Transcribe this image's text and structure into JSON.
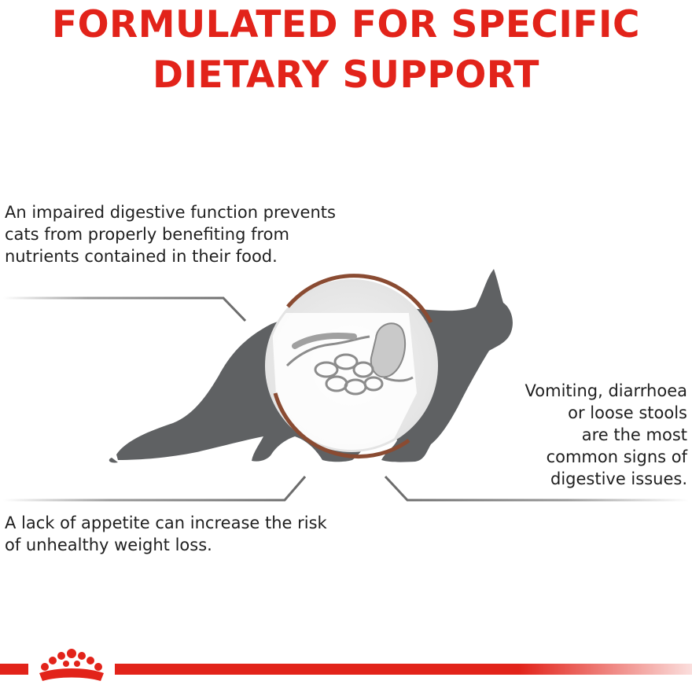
{
  "title": {
    "line1": "FORMULATED FOR SPECIFIC",
    "line2": "DIETARY SUPPORT"
  },
  "callouts": {
    "top_left": [
      "An impaired digestive function prevents",
      "cats from properly benefiting from",
      "nutrients contained in their food."
    ],
    "bottom_left": [
      "A lack of appetite can increase the risk",
      "of unhealthy weight loss."
    ],
    "right": [
      "Vomiting, diarrhoea",
      "or loose stools",
      "are the most",
      "common signs of",
      "digestive issues."
    ]
  },
  "colors": {
    "brand_red": "#e2231a",
    "cat_gray": "#5f6163",
    "ring_brown": "#8a4b32",
    "text": "#1f1f1f"
  },
  "icons": {
    "illustration": "cat-digestive-system-illustration",
    "logo": "royal-crown-logo"
  }
}
